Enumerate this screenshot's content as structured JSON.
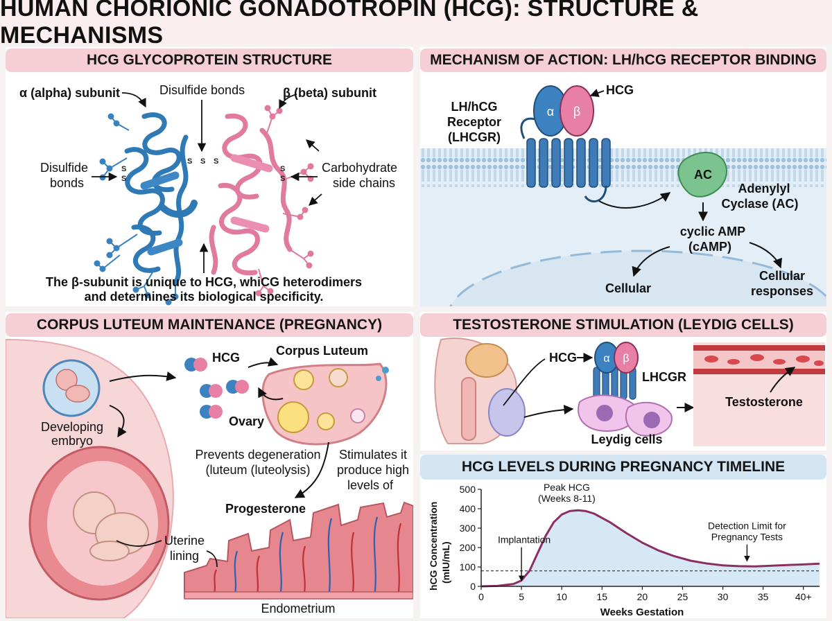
{
  "title": "HUMAN CHORIONIC GONADOTROPIN (HCG): STRUCTURE & MECHANISMS",
  "structure": {
    "header": "HCG GLYCOPROTEIN STRUCTURE",
    "alpha_label": "α (alpha) subunit",
    "beta_label": "β (beta) subunit",
    "disulfide_top": "Disulfide bonds",
    "disulfide_left_1": "Disulfide",
    "disulfide_left_2": "bonds",
    "carb_1": "Carbohydrate",
    "carb_2": "side chains",
    "s_glyph": "S",
    "caption_1": "The β-subunit is unique to HCG, whiCG heterodimers",
    "caption_2": "and determines its biological specificity."
  },
  "mechanism": {
    "header": "MECHANISM OF ACTION: LH/hCG RECEPTOR BINDING",
    "receptor_1": "LH/hCG",
    "receptor_2": "Receptor",
    "receptor_3": "(LHCGR)",
    "hcg": "HCG",
    "alpha": "α",
    "beta": "β",
    "ac": "AC",
    "adenylyl_1": "Adenylyl",
    "adenylyl_2": "Cyclase (AC)",
    "camp_1": "cyclic AMP",
    "camp_2": "(cAMP)",
    "cellular": "Cellular",
    "cellular_resp_1": "Cellular",
    "cellular_resp_2": "responses"
  },
  "corpus": {
    "header": "CORPUS LUTEUM MAINTENANCE (PREGNANCY)",
    "hcg": "HCG",
    "corpus_luteum": "Corpus Luteum",
    "ovary": "Ovary",
    "embryo_1": "Developing",
    "embryo_2": "embryo",
    "prevents_1": "Prevents degeneration",
    "prevents_2": "(luteum (luteolysis)",
    "stimulates_1": "Stimulates it",
    "stimulates_2": "produce high",
    "stimulates_3": "levels of",
    "progesterone": "Progesterone",
    "uterine_1": "Uterine",
    "uterine_2": "lining",
    "endometrium": "Endometrium"
  },
  "testosterone": {
    "header": "TESTOSTERONE STIMULATION (LEYDIG CELLS)",
    "hcg": "HCG",
    "alpha": "α",
    "beta": "β",
    "lhcgr": "LHCGR",
    "leydig": "Leydig cells",
    "testosterone": "Testosterone"
  },
  "timeline": {
    "header": "HCG LEVELS DURING PREGNANCY TIMELINE"
  },
  "chart_data": {
    "type": "area",
    "title": "HCG LEVELS DURING PREGNANCY TIMELINE",
    "xlabel": "Weeks Gestation",
    "ylabel_1": "hCG Concentration",
    "ylabel_2": "(mIU/mL)",
    "xlim": [
      0,
      42
    ],
    "ylim": [
      0,
      500
    ],
    "x_ticks": [
      0,
      5,
      10,
      15,
      20,
      25,
      30,
      35,
      40
    ],
    "x_tick_labels": [
      "0",
      "5",
      "10",
      "15",
      "20",
      "25",
      "30",
      "35",
      "40+"
    ],
    "y_ticks": [
      0,
      100,
      200,
      300,
      400,
      500
    ],
    "y_tick_labels": [
      "0",
      "100",
      "200",
      "300",
      "400",
      "500"
    ],
    "series": [
      {
        "x": [
          0,
          2,
          4,
          5,
          6,
          7,
          8,
          9,
          10,
          11,
          12,
          13,
          14,
          16,
          18,
          20,
          22,
          24,
          26,
          28,
          30,
          32,
          34,
          36,
          38,
          40,
          42
        ],
        "values": [
          0,
          2,
          12,
          30,
          80,
          170,
          260,
          330,
          370,
          388,
          392,
          388,
          375,
          330,
          275,
          225,
          185,
          155,
          132,
          118,
          108,
          104,
          103,
          106,
          110,
          113,
          117
        ]
      }
    ],
    "threshold": 80,
    "annotations": [
      {
        "text_1": "Peak HCG",
        "text_2": "(Weeks 8-11)"
      },
      {
        "text_1": "Implantation",
        "x": 5
      },
      {
        "text_1": "Detection Limit for",
        "text_2": "Pregnancy Tests",
        "x": 33
      }
    ],
    "colors": {
      "line": "#8b2f63",
      "fill": "#d6e7f6",
      "threshold": "#444444"
    }
  }
}
